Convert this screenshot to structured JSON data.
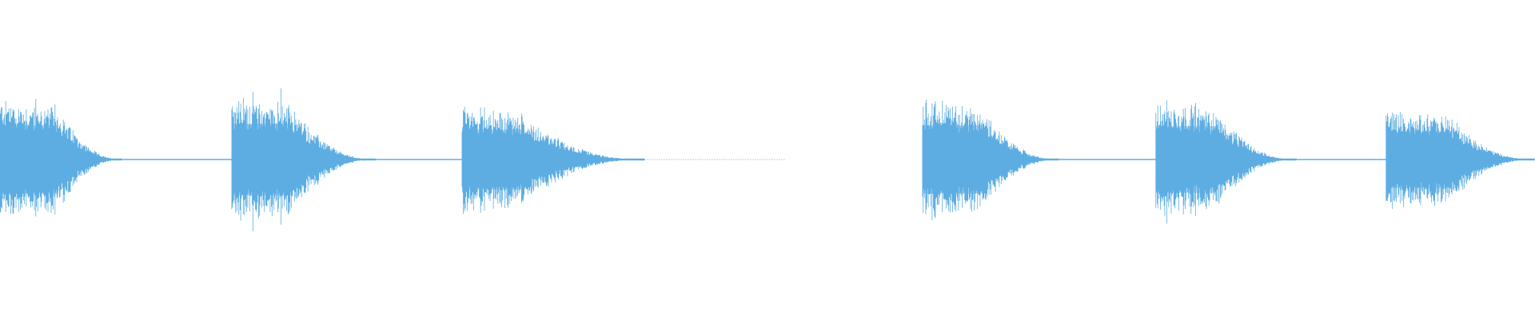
{
  "waveform": {
    "color": "#5DADE2",
    "background": "#FFFFFF",
    "amplitude_range": [
      -1,
      1
    ],
    "segments": [
      {
        "start": 0.0,
        "end": 0.038,
        "peak": 0.82,
        "decay_end": 0.08
      },
      {
        "start": 0.151,
        "end": 0.19,
        "peak": 0.86,
        "decay_end": 0.245
      },
      {
        "start": 0.301,
        "end": 0.34,
        "peak": 0.72,
        "decay_end": 0.42
      },
      {
        "start": 0.601,
        "end": 0.64,
        "peak": 0.82,
        "decay_end": 0.69
      },
      {
        "start": 0.753,
        "end": 0.792,
        "peak": 0.8,
        "decay_end": 0.845
      },
      {
        "start": 0.903,
        "end": 0.945,
        "peak": 0.68,
        "decay_end": 1.0
      }
    ],
    "silence_gaps": [
      {
        "start": 0.42,
        "end": 0.533
      },
      {
        "start": 0.533,
        "end": 0.601
      }
    ]
  }
}
